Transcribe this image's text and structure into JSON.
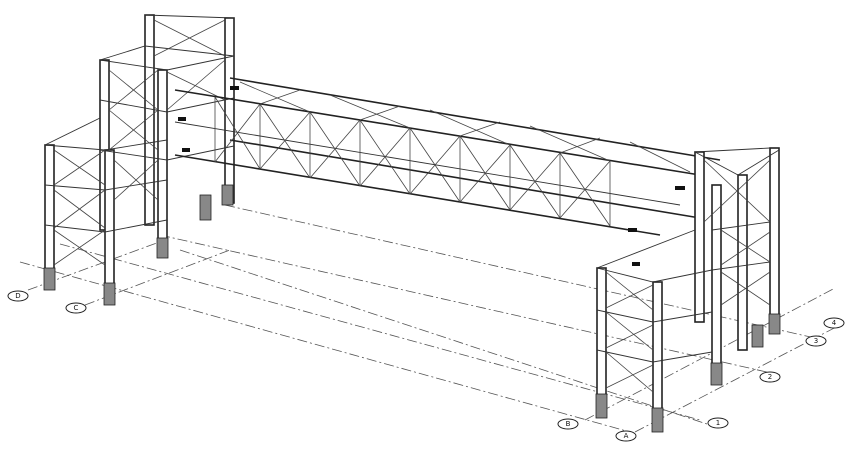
{
  "grid_labels": {
    "letters": [
      "D",
      "C",
      "B",
      "A"
    ],
    "numbers": [
      "1",
      "2",
      "3",
      "4"
    ]
  },
  "colors": {
    "line": "#222222",
    "background": "#ffffff"
  }
}
